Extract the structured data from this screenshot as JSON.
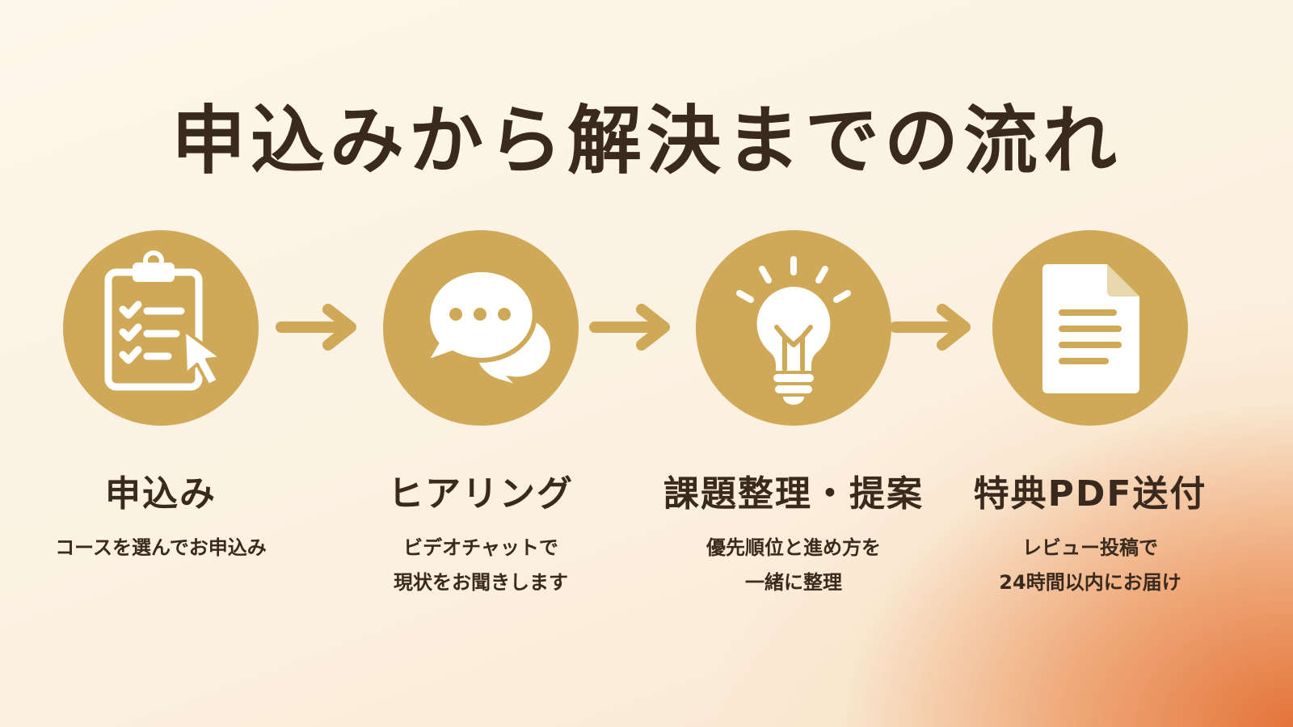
{
  "title": "申込みから解決までの流れ",
  "accent_color": "#cfa958",
  "text_color": "#3a2a1e",
  "steps": [
    {
      "icon": "clipboard-checklist-icon",
      "label": "申込み",
      "desc": [
        "コースを選んでお申込み"
      ]
    },
    {
      "icon": "chat-bubbles-icon",
      "label": "ヒアリング",
      "desc": [
        "ビデオチャットで",
        "現状をお聞きします"
      ]
    },
    {
      "icon": "light-bulb-icon",
      "label": "課題整理・提案",
      "desc": [
        "優先順位と進め方を",
        "一緒に整理"
      ]
    },
    {
      "icon": "document-icon",
      "label": "特典PDF送付",
      "desc": [
        "レビュー投稿で",
        "24時間以内にお届け"
      ]
    }
  ]
}
